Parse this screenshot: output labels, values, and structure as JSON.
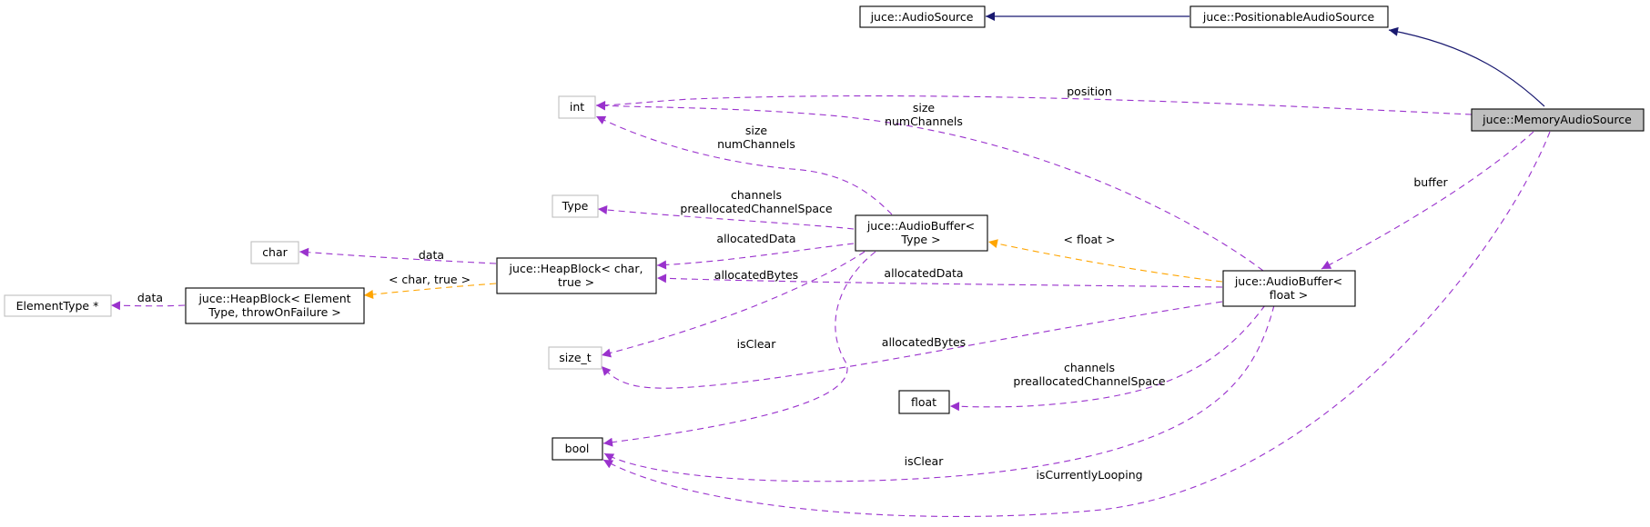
{
  "nodes": {
    "audio_source": "juce::AudioSource",
    "positionable_audio_source": "juce::PositionableAudioSource",
    "memory_audio_source": "juce::MemoryAudioSource",
    "int_type": "int",
    "type_param": "Type",
    "char_type": "char",
    "element_type_ptr": "ElementType *",
    "heapblock_generic": [
      "juce::HeapBlock< Element",
      "Type, throwOnFailure >"
    ],
    "heapblock_char": [
      "juce::HeapBlock< char,",
      "true >"
    ],
    "audiobuffer_type": [
      "juce::AudioBuffer<",
      "Type >"
    ],
    "audiobuffer_float": [
      "juce::AudioBuffer<",
      "float >"
    ],
    "size_t_type": "size_t",
    "float_type": "float",
    "bool_type": "bool"
  },
  "edge_labels": {
    "position": "position",
    "size_numchannels_float": [
      "size",
      "numChannels"
    ],
    "size_numchannels_type": [
      "size",
      "numChannels"
    ],
    "buffer": "buffer",
    "channels_type": [
      "channels",
      "preallocatedChannelSpace"
    ],
    "allocated_data_type": "allocatedData",
    "allocated_bytes_type": "allocatedBytes",
    "data_char": "data",
    "template_char_true": "< char, true >",
    "data_elementtype": "data",
    "template_float": "< float >",
    "allocated_data_float": "allocatedData",
    "allocated_bytes_float": "allocatedBytes",
    "is_clear_type": "isClear",
    "channels_float": [
      "channels",
      "preallocatedChannelSpace"
    ],
    "is_clear_float": "isClear",
    "is_currently_looping": "isCurrentlyLooping"
  },
  "colors": {
    "inheritance": "#191970",
    "usage": "#9a32cd",
    "template_instance": "#ffa500",
    "focus_fill": "#bfbfbf",
    "external_border": "#bfbfbf"
  }
}
